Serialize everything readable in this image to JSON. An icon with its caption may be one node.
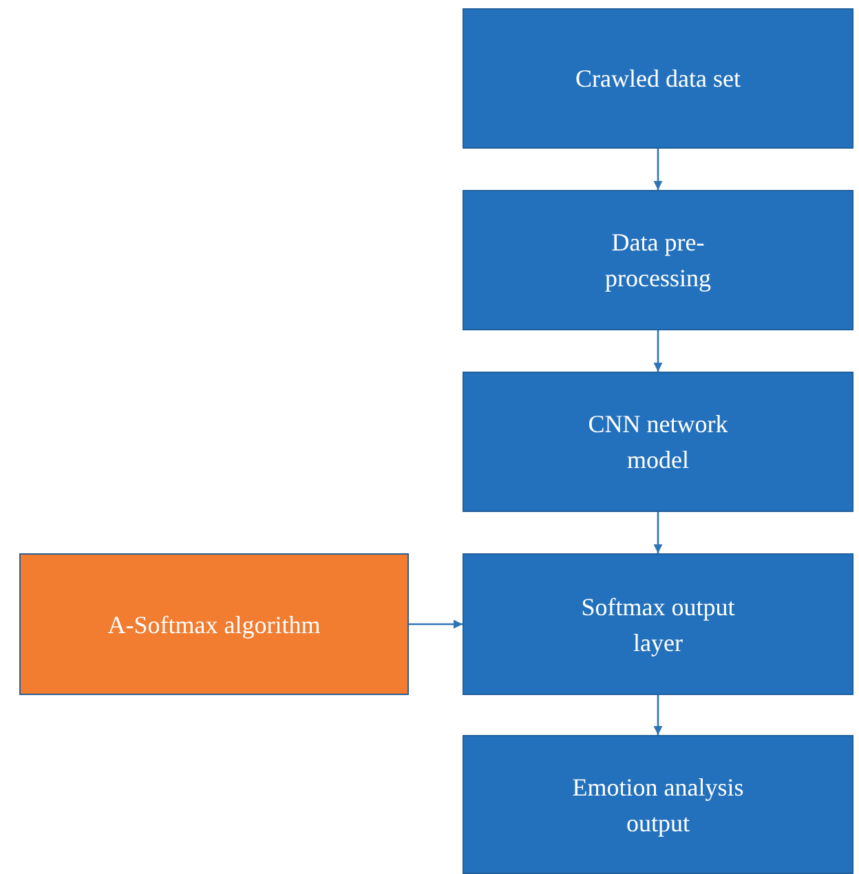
{
  "diagram": {
    "nodes": [
      {
        "text": [
          "Crawled data set"
        ]
      },
      {
        "text": [
          "Data pre-processing"
        ]
      },
      {
        "text": [
          "CNN network model"
        ]
      },
      {
        "text": [
          "A-Softmax algorithm"
        ]
      },
      {
        "text": [
          "Softmax output layer"
        ]
      },
      {
        "text": [
          "Emotion analysis output"
        ]
      }
    ],
    "edges": [
      {
        "from": 0,
        "to": 1,
        "arrow": "to"
      },
      {
        "from": 1,
        "to": 2,
        "arrow": "to"
      },
      {
        "from": 2,
        "to": 4,
        "arrow": "to"
      },
      {
        "from": 3,
        "to": 4,
        "arrow": "to"
      },
      {
        "from": 4,
        "to": 5,
        "arrow": "to"
      }
    ]
  }
}
